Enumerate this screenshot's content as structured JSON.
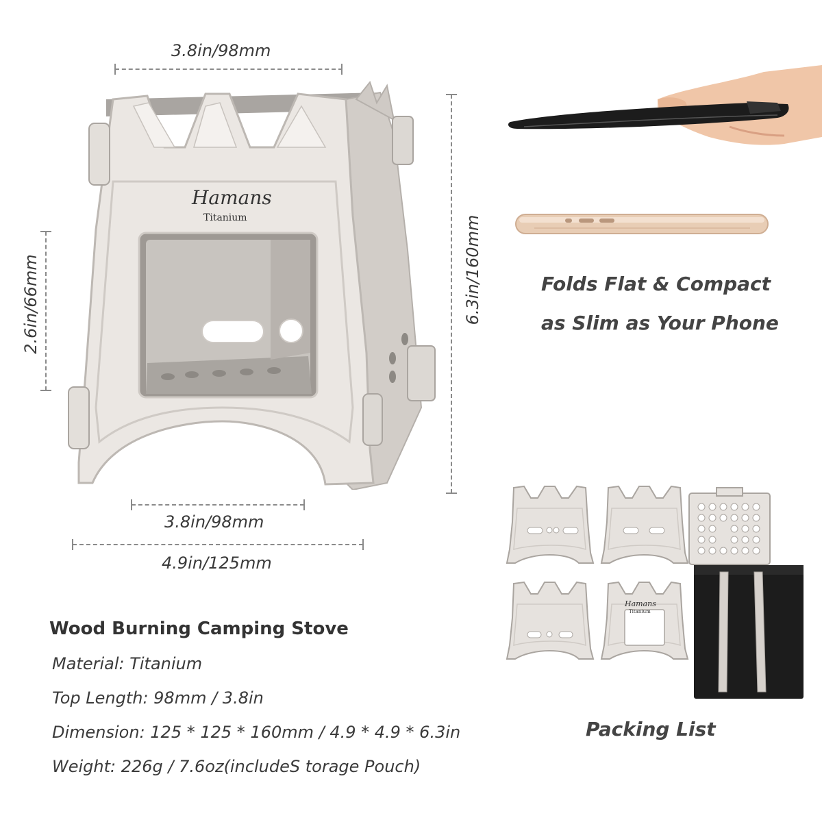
{
  "dimensions": {
    "top_width": "3.8in/98mm",
    "bottom_inner_width": "3.8in/98mm",
    "bottom_outer_width": "4.9in/125mm",
    "window_height": "2.6in/66mm",
    "total_height": "6.3in/160mm"
  },
  "stove": {
    "brand": "Hamans",
    "subbrand": "Titanium"
  },
  "fold": {
    "line1": "Folds Flat & Compact",
    "line2": "as Slim as Your Phone"
  },
  "specs": {
    "title": "Wood Burning Camping Stove",
    "material": "Material: Titanium",
    "top_length": "Top Length: 98mm / 3.8in",
    "dimension": "Dimension: 125 * 125 * 160mm / 4.9 * 4.9 * 6.3in",
    "weight": "Weight: 226g / 7.6oz(includeS torage Pouch)"
  },
  "packing": {
    "label": "Packing List",
    "panel_brand": "Hamans",
    "panel_sub": "Titanium"
  },
  "colors": {
    "metal": "#e6e2de",
    "metal_shade": "#bdb8b3",
    "pouch": "#1c1c1c",
    "dim_line": "#8a8a8a"
  }
}
